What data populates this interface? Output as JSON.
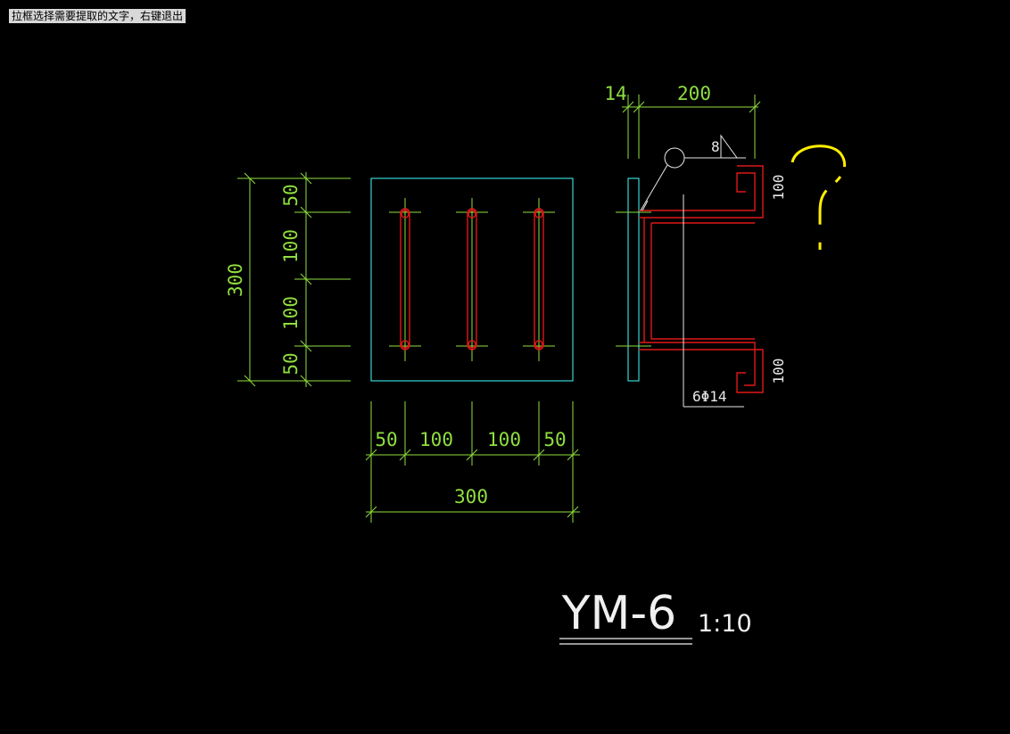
{
  "status_hint": "拉框选择需要提取的文字，右键退出",
  "drawing": {
    "title": "YM-6",
    "scale": "1:10",
    "left_dims": [
      "50",
      "100",
      "100",
      "50"
    ],
    "left_total": "300",
    "bottom_dims": [
      "50",
      "100",
      "100",
      "50"
    ],
    "bottom_total": "300",
    "top_small": "14",
    "top_large": "200",
    "right_upper": "100",
    "right_lower": "100",
    "weld_symbol": "8",
    "rebar_label": "6Φ14",
    "question_mark": "?"
  },
  "colors": {
    "dimension": "#8fdf3f",
    "plate": "#35d6d6",
    "rebar": "#e01818",
    "text": "#f0f0f0",
    "highlight": "#ffee00"
  }
}
